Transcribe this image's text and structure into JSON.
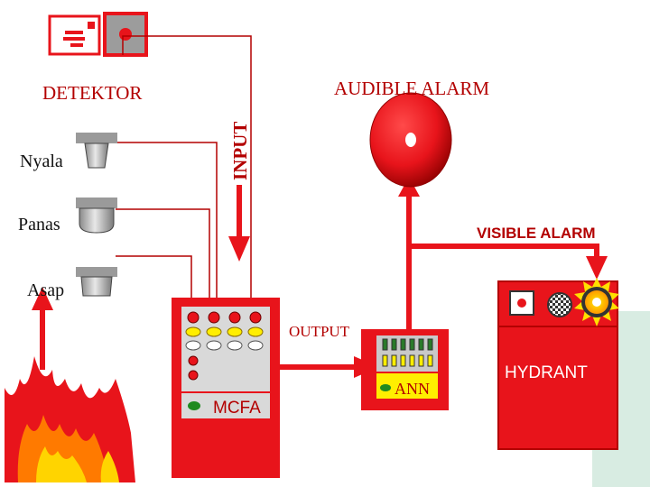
{
  "labels": {
    "detektor": "DETEKTOR",
    "input": "INPUT",
    "audible_alarm": "AUDIBLE ALARM",
    "visible_alarm": "VISIBLE ALARM",
    "output": "OUTPUT",
    "mcfa": "MCFA",
    "ann": "ANN",
    "hydrant": "HYDRANT"
  },
  "detectors": [
    {
      "label": "Nyala",
      "icon": "flame-detector-icon"
    },
    {
      "label": "Panas",
      "icon": "heat-detector-icon"
    },
    {
      "label": "Asap",
      "icon": "smoke-detector-icon"
    }
  ],
  "colors": {
    "red": "#e8141b",
    "dark_red": "#b30000",
    "panel_gray": "#d9d9d9",
    "yellow": "#ffee00",
    "green": "#1f8a1f",
    "mint": "#d8ece2"
  }
}
